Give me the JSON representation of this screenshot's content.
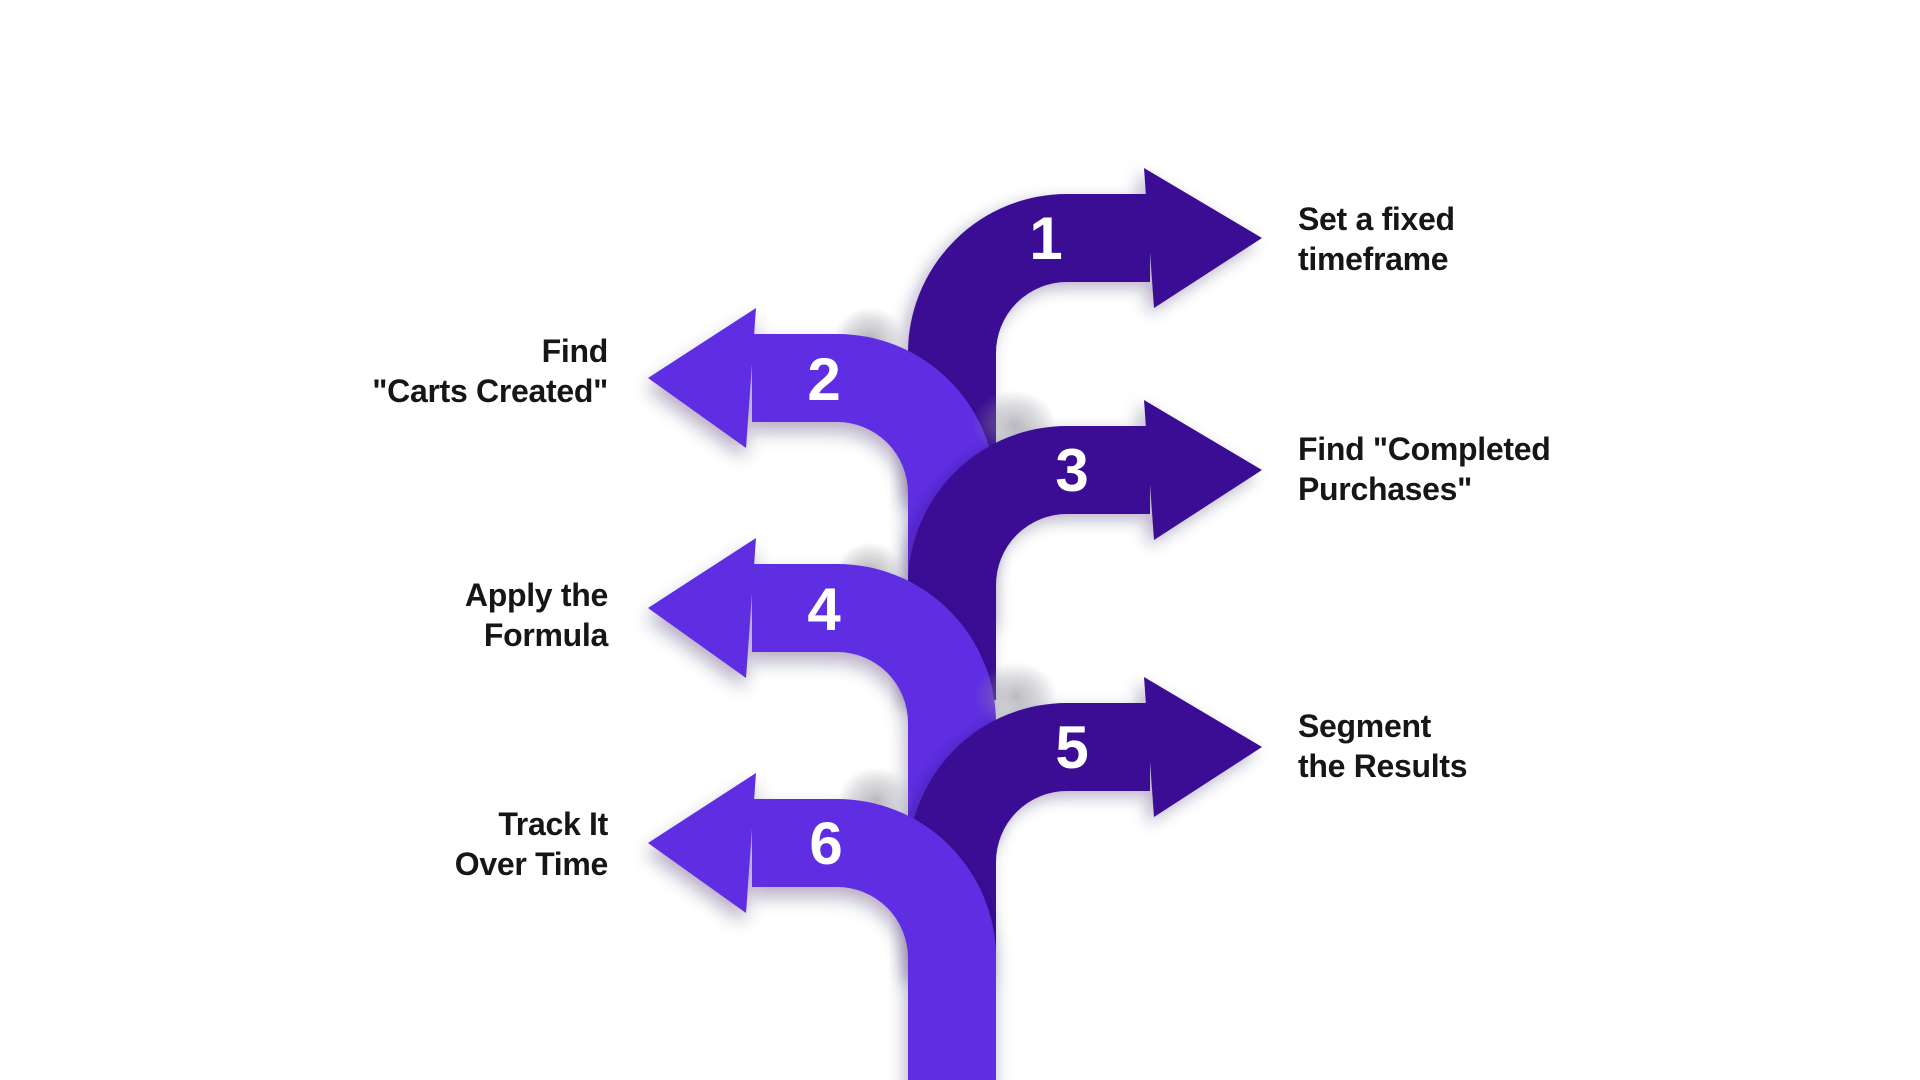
{
  "diagram": {
    "type": "branching-steps-infographic",
    "description": "Six numbered arrows branching left and right from a central vertical pipe",
    "colors": {
      "dark_arrow": "#3a1195",
      "light_arrow": "#5e2de2",
      "number_text": "#ffffff",
      "label_text": "#161616",
      "background": "#ffffff",
      "shadow": "#8b8b96"
    },
    "steps": [
      {
        "number": "1",
        "side": "right",
        "label": "Set a fixed timeframe",
        "lines": [
          "Set a fixed",
          "timeframe"
        ]
      },
      {
        "number": "2",
        "side": "left",
        "label": "Find \"Carts Created\"",
        "lines": [
          "Find",
          "\"Carts Created\""
        ]
      },
      {
        "number": "3",
        "side": "right",
        "label": "Find \"Completed Purchases\"",
        "lines": [
          "Find \"Completed",
          "Purchases\""
        ]
      },
      {
        "number": "4",
        "side": "left",
        "label": "Apply the Formula",
        "lines": [
          "Apply the",
          "Formula"
        ]
      },
      {
        "number": "5",
        "side": "right",
        "label": "Segment the Results",
        "lines": [
          "Segment",
          "the Results"
        ]
      },
      {
        "number": "6",
        "side": "left",
        "label": "Track It Over Time",
        "lines": [
          "Track It",
          "Over Time"
        ]
      }
    ]
  }
}
